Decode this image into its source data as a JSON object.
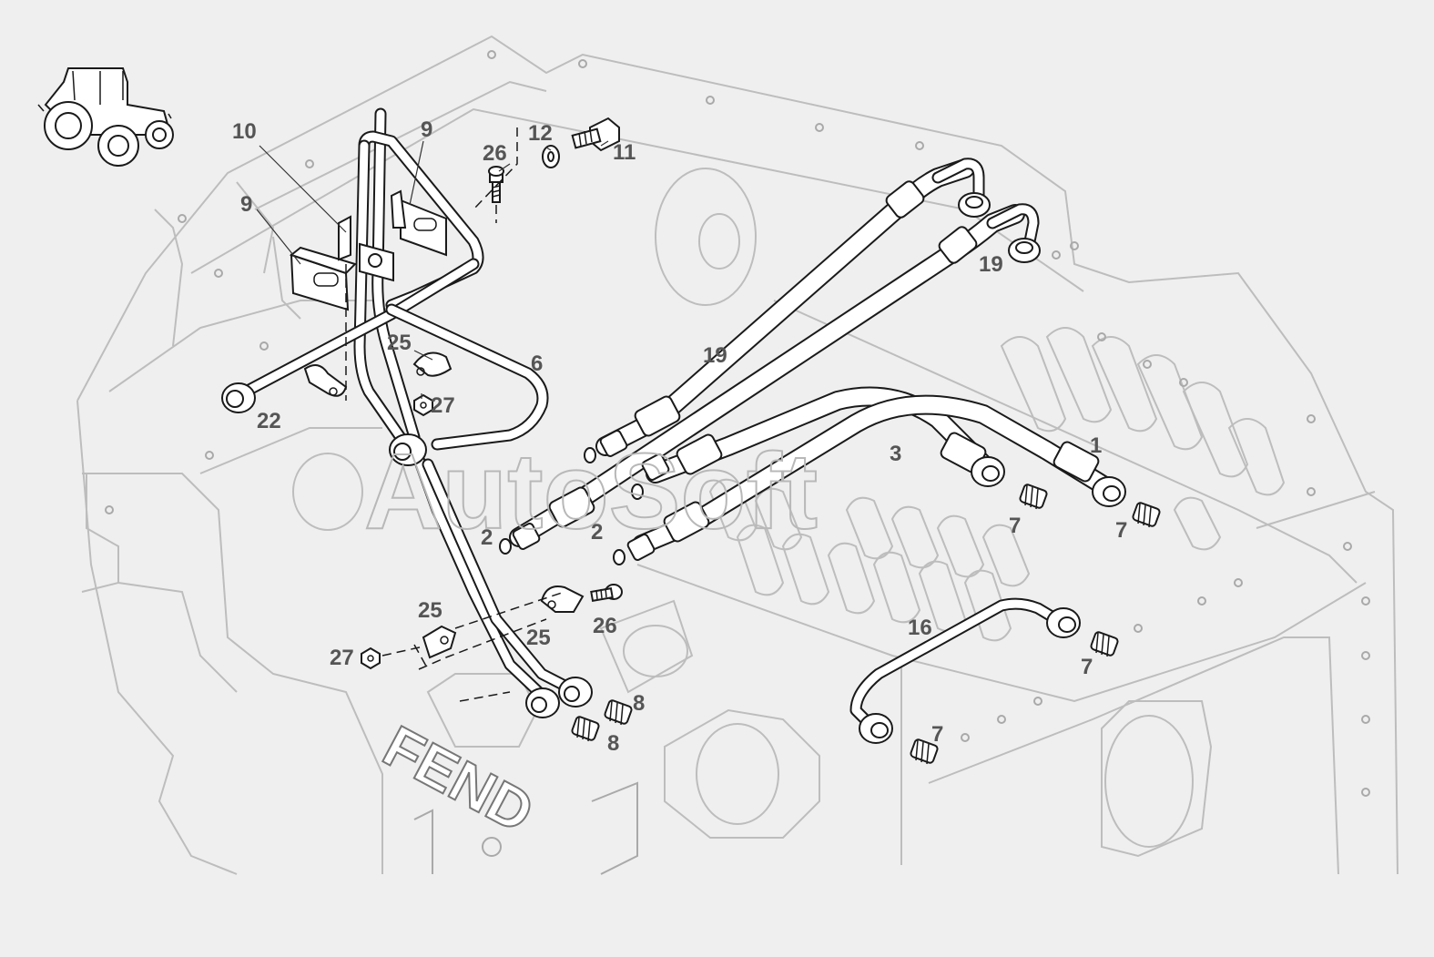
{
  "diagram": {
    "watermark": "AutoSoft",
    "housing_emboss": "FEND",
    "thumbnail_icon": "tractor-icon",
    "colors": {
      "background": "#efefef",
      "housing_lines": "#bdbdbd",
      "parts": "#1a1a1a",
      "callout_text": "#555555"
    },
    "callouts": [
      {
        "id": "c10",
        "label": "10"
      },
      {
        "id": "c9a",
        "label": "9"
      },
      {
        "id": "c9b",
        "label": "9"
      },
      {
        "id": "c26a",
        "label": "26"
      },
      {
        "id": "c12",
        "label": "12"
      },
      {
        "id": "c11",
        "label": "11"
      },
      {
        "id": "c19a",
        "label": "19"
      },
      {
        "id": "c19b",
        "label": "19"
      },
      {
        "id": "c25a",
        "label": "25"
      },
      {
        "id": "c6",
        "label": "6"
      },
      {
        "id": "c27a",
        "label": "27"
      },
      {
        "id": "c22",
        "label": "22"
      },
      {
        "id": "c3",
        "label": "3"
      },
      {
        "id": "c1",
        "label": "1"
      },
      {
        "id": "c7a",
        "label": "7"
      },
      {
        "id": "c7b",
        "label": "7"
      },
      {
        "id": "c2a",
        "label": "2"
      },
      {
        "id": "c2b",
        "label": "2"
      },
      {
        "id": "c25b",
        "label": "25"
      },
      {
        "id": "c26b",
        "label": "26"
      },
      {
        "id": "c25c",
        "label": "25"
      },
      {
        "id": "c27b",
        "label": "27"
      },
      {
        "id": "c16",
        "label": "16"
      },
      {
        "id": "c7c",
        "label": "7"
      },
      {
        "id": "c8a",
        "label": "8"
      },
      {
        "id": "c8b",
        "label": "8"
      },
      {
        "id": "c7d",
        "label": "7"
      }
    ]
  }
}
